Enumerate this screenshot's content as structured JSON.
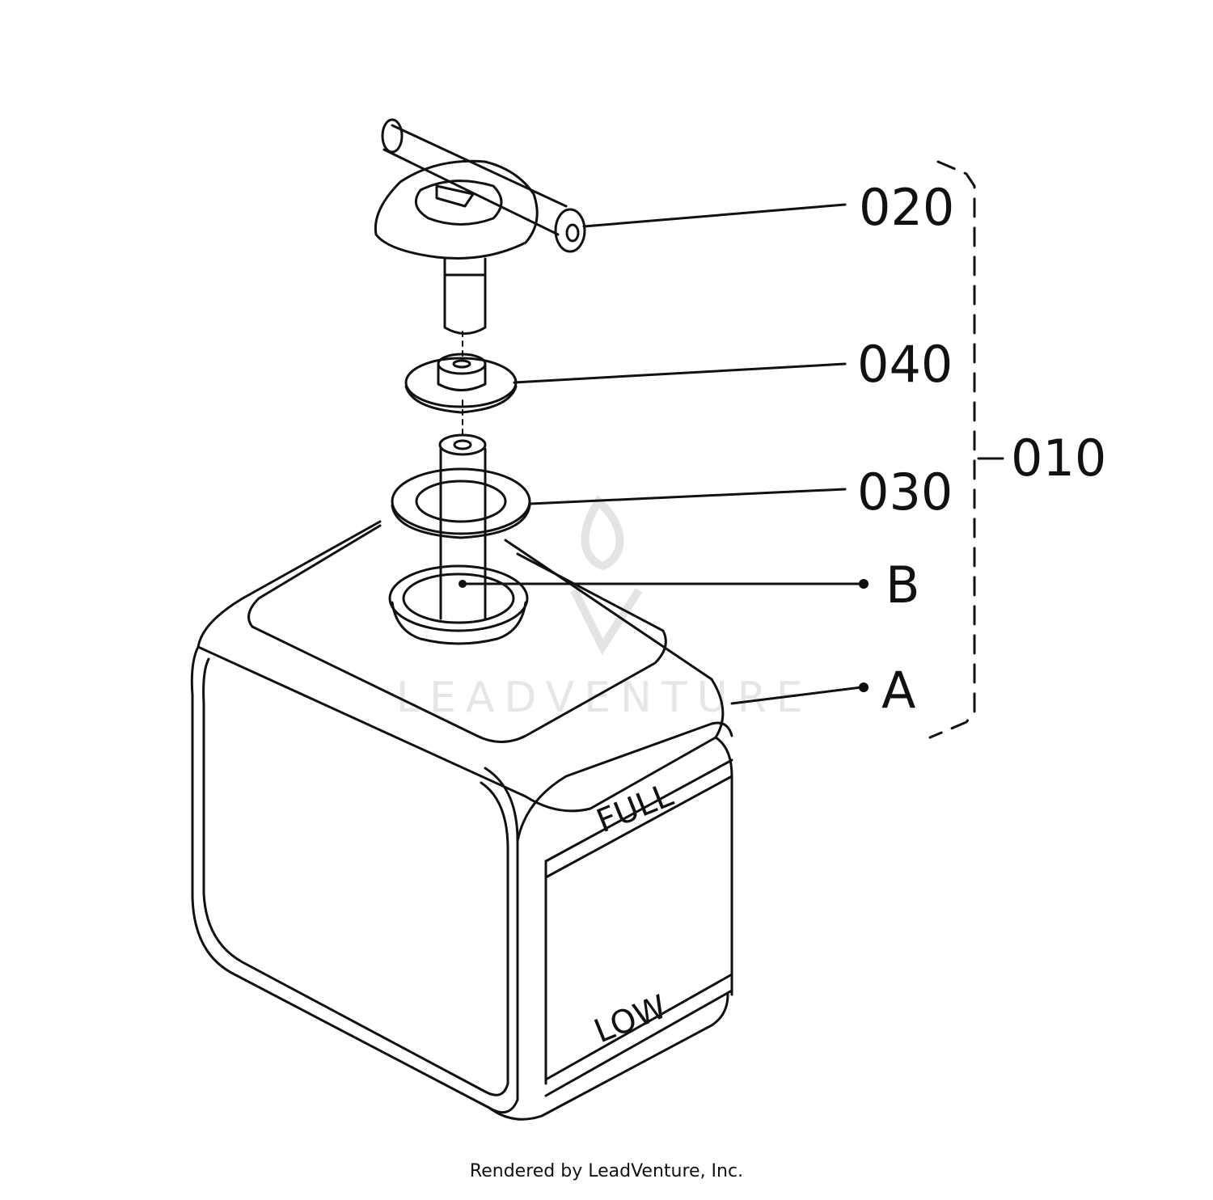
{
  "diagram": {
    "callouts": {
      "part_020": "020",
      "part_040": "040",
      "part_030": "030",
      "part_b": "B",
      "part_a": "A",
      "assembly_010": "010"
    },
    "tank_markings": {
      "full": "FULL",
      "low": "LOW"
    },
    "watermark": "LEADVENTURE",
    "footer": "Rendered by LeadVenture, Inc."
  }
}
